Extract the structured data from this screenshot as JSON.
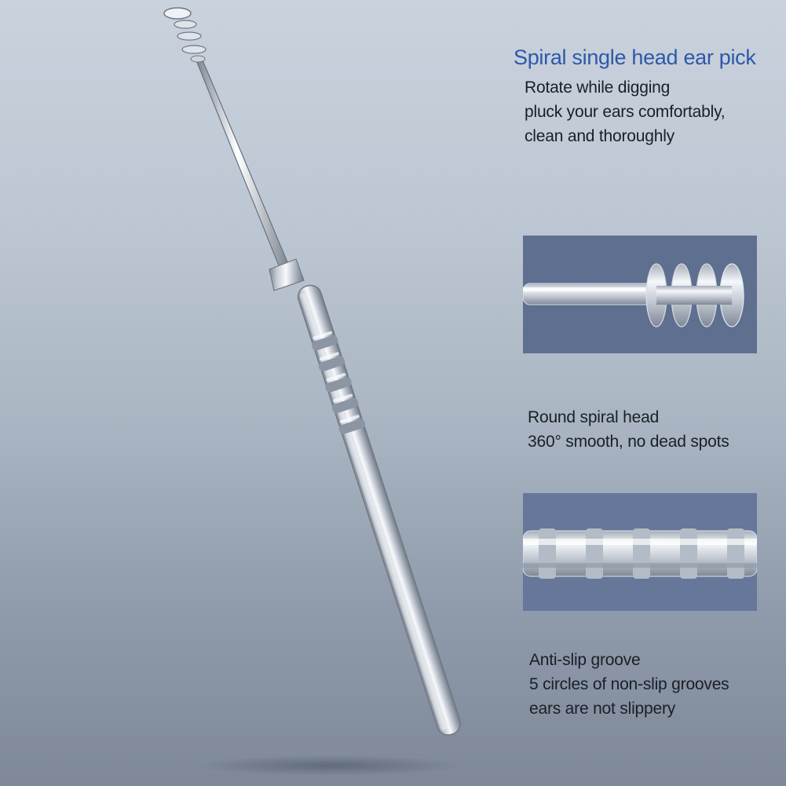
{
  "headline": "Spiral single head ear pick",
  "features": [
    {
      "lines": [
        "Rotate while digging",
        "pluck your ears comfortably,",
        "clean and thoroughly"
      ]
    },
    {
      "title": "Round spiral head",
      "detail": "360° smooth, no dead spots"
    },
    {
      "title": "Anti-slip groove",
      "detail": "5 circles of non-slip grooves",
      "extra": "ears are not slippery"
    }
  ],
  "colors": {
    "headline": "#2e58a8",
    "text": "#1a1f26",
    "panel_top": "#5f6f8f",
    "panel_bottom": "#66779a",
    "metal_light": "#f4f7fb",
    "metal_dark": "#7f8896"
  },
  "illustrations": {
    "main": "ear-pick-product",
    "spiral_closeup": "spiral-head-closeup",
    "groove_closeup": "grip-groove-closeup"
  }
}
